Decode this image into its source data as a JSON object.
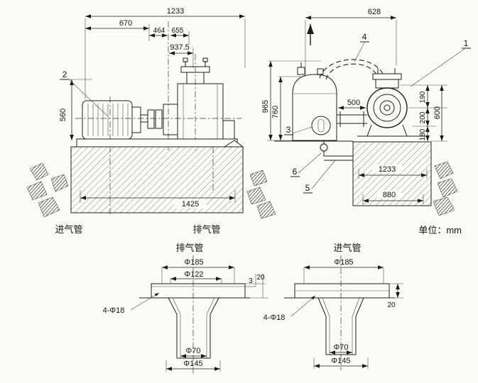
{
  "unit_note": "单位：mm",
  "left_view": {
    "dim_1233": "1233",
    "dim_670": "670",
    "dim_464": "464",
    "dim_655": "655",
    "dim_937_5": "937.5",
    "dim_560": "560",
    "dim_1425": "1425",
    "callout_2": "2",
    "label_intake_pipe": "进气管",
    "label_exhaust_pipe": "排气管"
  },
  "right_view": {
    "dim_628": "628",
    "dim_965": "965",
    "dim_760": "760",
    "dim_500": "500",
    "dim_190": "190",
    "dim_200": "200",
    "dim_180": "180",
    "dim_600": "600",
    "dim_1233": "1233",
    "dim_880": "880",
    "callout_1": "1",
    "callout_3": "3",
    "callout_4": "4",
    "callout_5": "5",
    "callout_6": "6"
  },
  "exhaust_flange_detail": {
    "title": "排气管",
    "dim_od": "Φ185",
    "dim_bolt_circle": "Φ122",
    "dim_gasket_thickness": "3",
    "dim_plate_thickness": "20",
    "dim_bolt_holes": "4-Φ18",
    "dim_bore": "Φ70",
    "dim_pipe_od": "Φ145"
  },
  "intake_flange_detail": {
    "title": "进气管",
    "dim_od": "Φ185",
    "dim_plate_thickness": "20",
    "dim_bolt_holes": "4-Φ18",
    "dim_bore": "Φ70",
    "dim_pipe_od": "Φ145"
  }
}
